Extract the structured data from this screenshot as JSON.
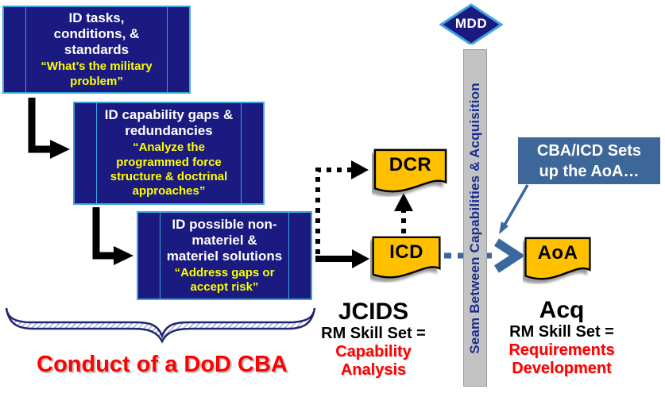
{
  "slide": {
    "process_boxes": [
      {
        "title": "ID tasks,\nconditions, &\nstandards",
        "quote": "“What’s the military\nproblem”"
      },
      {
        "title": "ID capability gaps &\nredundancies",
        "quote": "“Analyze the\nprogrammed  force\nstructure & doctrinal\napproaches”"
      },
      {
        "title": "ID possible non-\nmateriel  &\nmateriel solutions",
        "quote": "“Address gaps or\naccept risk”"
      }
    ],
    "milestone_label": "MDD",
    "seam_label": "Seam Between Capabilities & Acquisition",
    "documents": {
      "dcr": "DCR",
      "icd": "ICD",
      "aoa": "AoA"
    },
    "callout_text": "CBA/ICD Sets\nup the AoA…",
    "jcids": {
      "heading": "JCIDS",
      "skill_prefix": "RM Skill Set =",
      "skill_value": "Capability\nAnalysis"
    },
    "acq": {
      "heading": "Acq",
      "skill_prefix": "RM Skill Set =",
      "skill_value": "Requirements\nDevelopment"
    },
    "brace_caption": "Conduct of a DoD CBA",
    "colors": {
      "navy_box": "#1A1A80",
      "box_border_blue": "#3FA5DD",
      "title_white": "#FFFFFF",
      "quote_yellow": "#FFFF00",
      "document_gold": "#FFC000",
      "steel_blue": "#3D6699",
      "emphasis_red": "#FF0000",
      "seam_bar_gray": "#C3C3C3",
      "seam_text_navy": "#1B2E8C"
    }
  }
}
